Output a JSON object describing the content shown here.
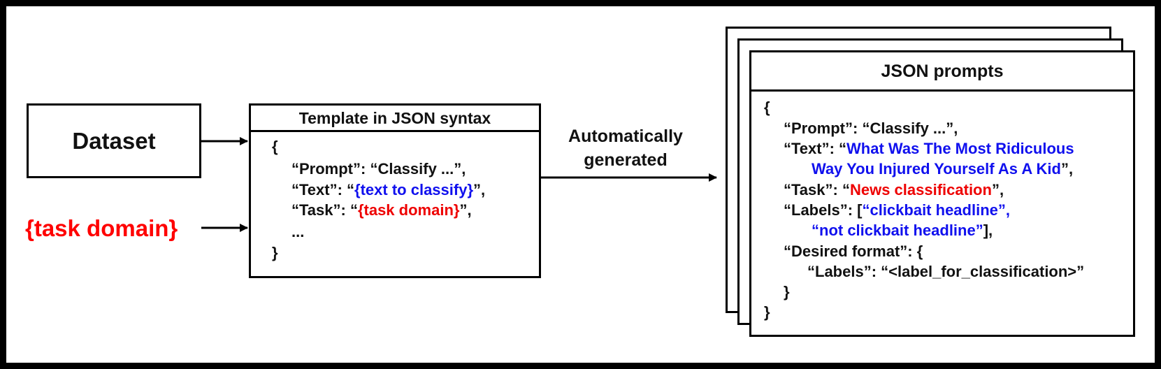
{
  "dataset": {
    "label": "Dataset"
  },
  "task_domain": {
    "label": "{task domain}"
  },
  "template": {
    "title": "Template in JSON syntax",
    "open_brace": "{",
    "prompt_line": "“Prompt”: “Classify ...”,",
    "text_key": "“Text”: “",
    "text_value": "{text to classify}",
    "text_end": "”,",
    "task_key": "“Task”: “",
    "task_value": "{task domain}",
    "task_end": "”,",
    "ellipsis": "...",
    "close_brace": "}"
  },
  "edge_label": {
    "line1": "Automatically",
    "line2": "generated"
  },
  "prompts": {
    "title": "JSON prompts",
    "open_brace": "{",
    "prompt_line": "“Prompt”: “Classify ...”,",
    "text_key": "“Text”: “",
    "text_value_1": "What Was The Most Ridiculous",
    "text_value_2": "Way You Injured Yourself As A Kid",
    "text_end": "”,",
    "task_key": "“Task”: “",
    "task_value": "News classification",
    "task_end": "”,",
    "labels_key": "“Labels”: [",
    "label_1": "“clickbait headline”,",
    "label_2": "“not clickbait headline”",
    "labels_end": "],",
    "format_key": "“Desired format”: {",
    "format_labels": "“Labels”: “<label_for_classification>”",
    "format_close": "}",
    "close_brace": "}"
  },
  "colors": {
    "placeholder_blue": "#1010ee",
    "placeholder_red": "#ee0000"
  }
}
